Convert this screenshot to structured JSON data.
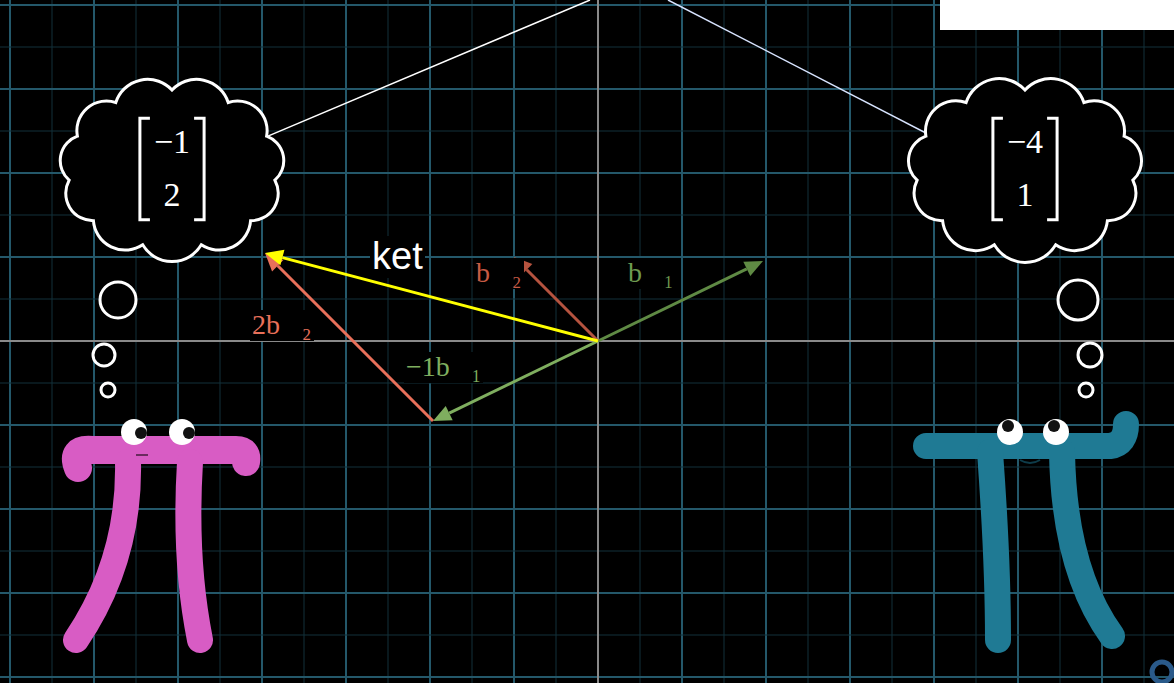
{
  "diagram": {
    "nodes": [
      {
        "text": [
          "−1",
          "2"
        ]
      },
      {
        "text": [
          "−4",
          "1"
        ]
      }
    ],
    "labels": [
      "ket",
      "b⃗₂",
      "b⃗₁",
      "−1b⃗₁",
      "2b⃗₂"
    ]
  }
}
